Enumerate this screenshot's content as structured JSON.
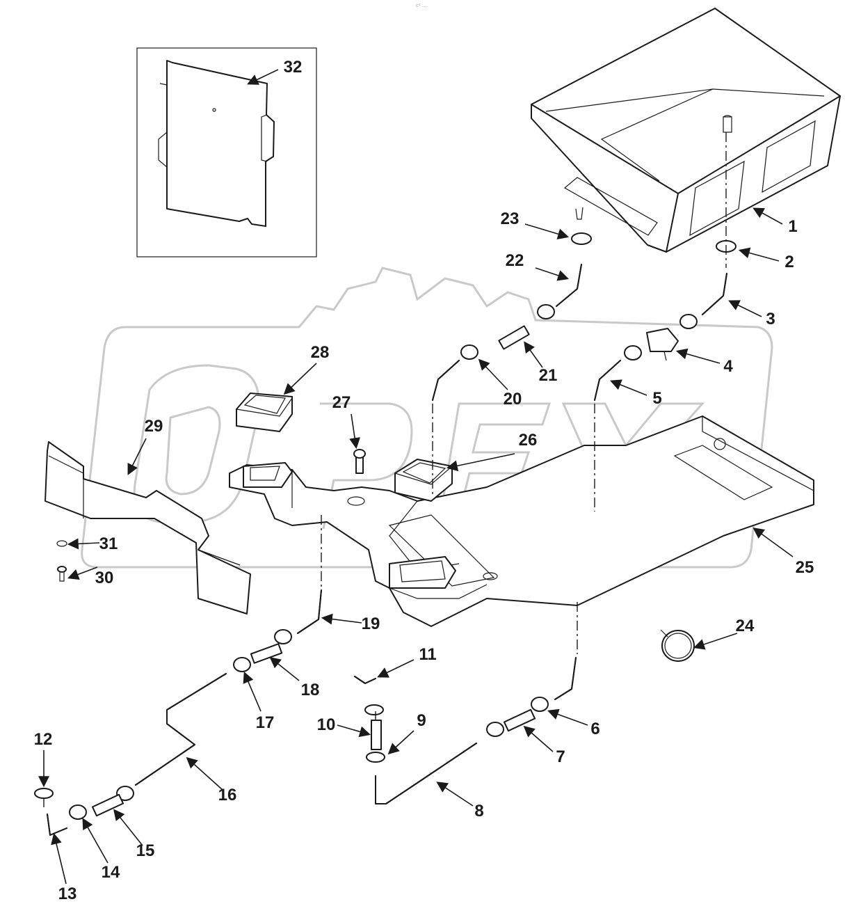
{
  "header_mark": "c² ...",
  "watermark": "OPEX",
  "callouts": [
    "1",
    "2",
    "3",
    "4",
    "5",
    "6",
    "7",
    "8",
    "9",
    "10",
    "11",
    "12",
    "13",
    "14",
    "15",
    "16",
    "17",
    "18",
    "19",
    "20",
    "21",
    "22",
    "23",
    "24",
    "25",
    "26",
    "27",
    "28",
    "29",
    "30",
    "31",
    "32"
  ],
  "colors": {
    "line": "#1a1a1a",
    "watermark": "#c9c9c9",
    "background": "#ffffff"
  }
}
